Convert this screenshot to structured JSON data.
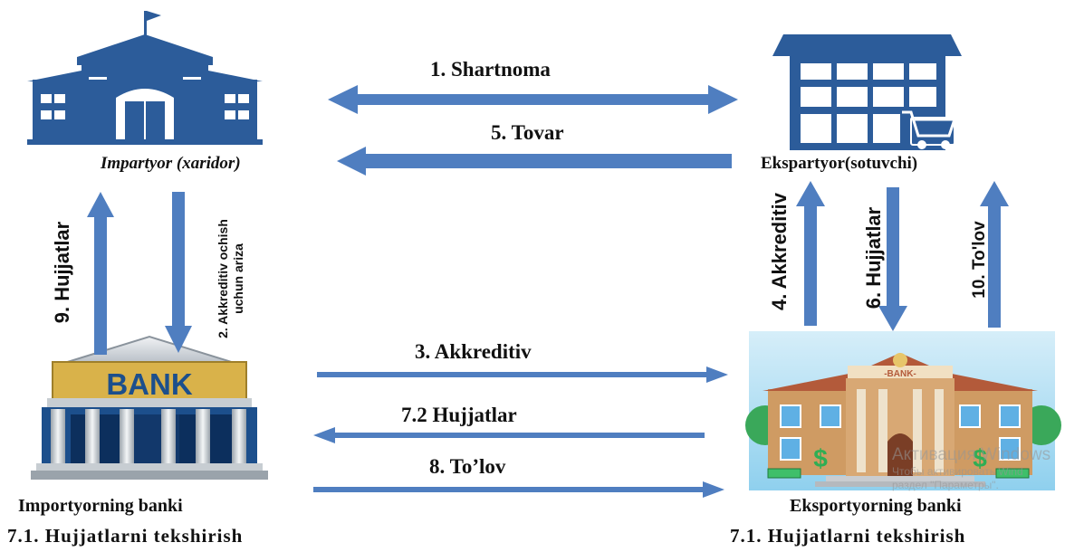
{
  "labels": {
    "importer": "Impartyor (xaridor)",
    "exporter": "Ekspartyor(sotuvchi)",
    "importer_bank": "Importyorning banki",
    "exporter_bank": "Eksportyorning banki",
    "check_left": "7.1.  Hujjatlarni  tekshirish",
    "check_right": "7.1.  Hujjatlarni  tekshirish"
  },
  "arrows": {
    "a1": "1. Shartnoma",
    "a5": "5. Tovar",
    "a3": "3. Akkreditiv",
    "a72": "7.2 Hujjatlar",
    "a8": "8.  To’lov",
    "a9": "9. Hujjatlar",
    "a2_line1": "2. Akkreditiv ochish",
    "a2_line2": "uchun ariza",
    "a4": "4. Akkreditiv",
    "a6": "6. Hujjatlar",
    "a10": "10. To'lov"
  },
  "icons": {
    "bank_sign": "BANK",
    "bank_sign_small": "-BANK-",
    "dollar": "$"
  },
  "watermark": {
    "line1": "Активация Windows",
    "line2": "Чтобы активировать Wind",
    "line3": "раздел \"Параметры\"."
  },
  "colors": {
    "arrow": "#4f7ec0",
    "building": "#2c5c9a",
    "bank_gold": "#d9b24a"
  }
}
